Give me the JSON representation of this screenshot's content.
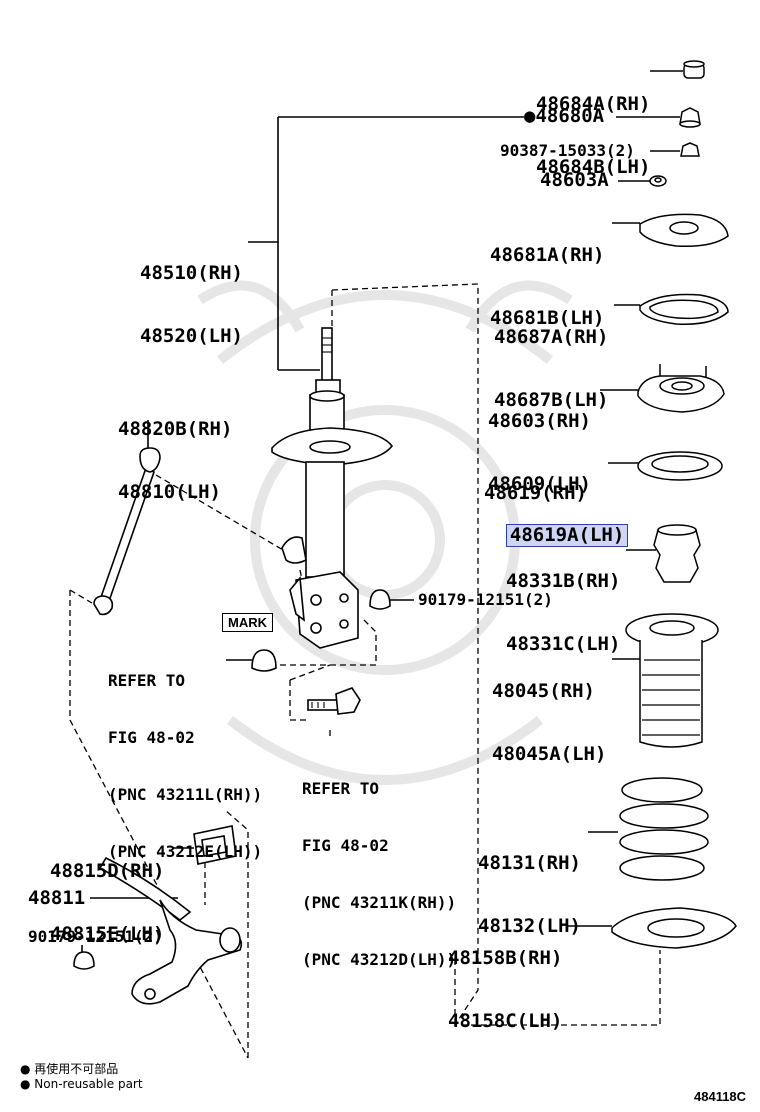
{
  "callouts": {
    "p48684": [
      "48684A(RH)",
      "48684B(LH)"
    ],
    "p48680": "●48680A",
    "p90387": "90387-15033(2)",
    "p48603a": "48603A",
    "p48681": [
      "48681A(RH)",
      "48681B(LH)"
    ],
    "p48687": [
      "48687A(RH)",
      "48687B(LH)"
    ],
    "p48603": [
      "48603(RH)",
      "48609(LH)"
    ],
    "p48619": [
      "48619(RH)",
      "48619A(LH)"
    ],
    "p48331": [
      "48331B(RH)",
      "48331C(LH)"
    ],
    "p48045": [
      "48045(RH)",
      "48045A(LH)"
    ],
    "p48131": [
      "48131(RH)",
      "48132(LH)"
    ],
    "p48158": [
      "48158B(RH)",
      "48158C(LH)"
    ],
    "p48510": [
      "48510(RH)",
      "48520(LH)"
    ],
    "p48820": [
      "48820B(RH)",
      "48810(LH)"
    ],
    "p90179a": "90179-12151(2)",
    "refer1": [
      "REFER TO",
      "FIG 48-02",
      "(PNC 43211L(RH))",
      "(PNC 43212E(LH))"
    ],
    "refer2": [
      "REFER TO",
      "FIG 48-02",
      "(PNC 43211K(RH))",
      "(PNC 43212D(LH))"
    ],
    "p48815": [
      "48815D(RH)",
      "48815E(LH)"
    ],
    "p48811": "48811",
    "p90179b": "90179-12151(2)",
    "mark": "MARK"
  },
  "legend": {
    "line1": "● 再使用不可部品",
    "line2": "● Non-reusable part"
  },
  "figure_id": "484118C",
  "highlighted_part": "48619A(LH)",
  "colors": {
    "ink": "#000000",
    "highlight_fill": "#cfd6f4",
    "highlight_border": "#2e3fa8",
    "watermark": "#e6e6e6"
  }
}
